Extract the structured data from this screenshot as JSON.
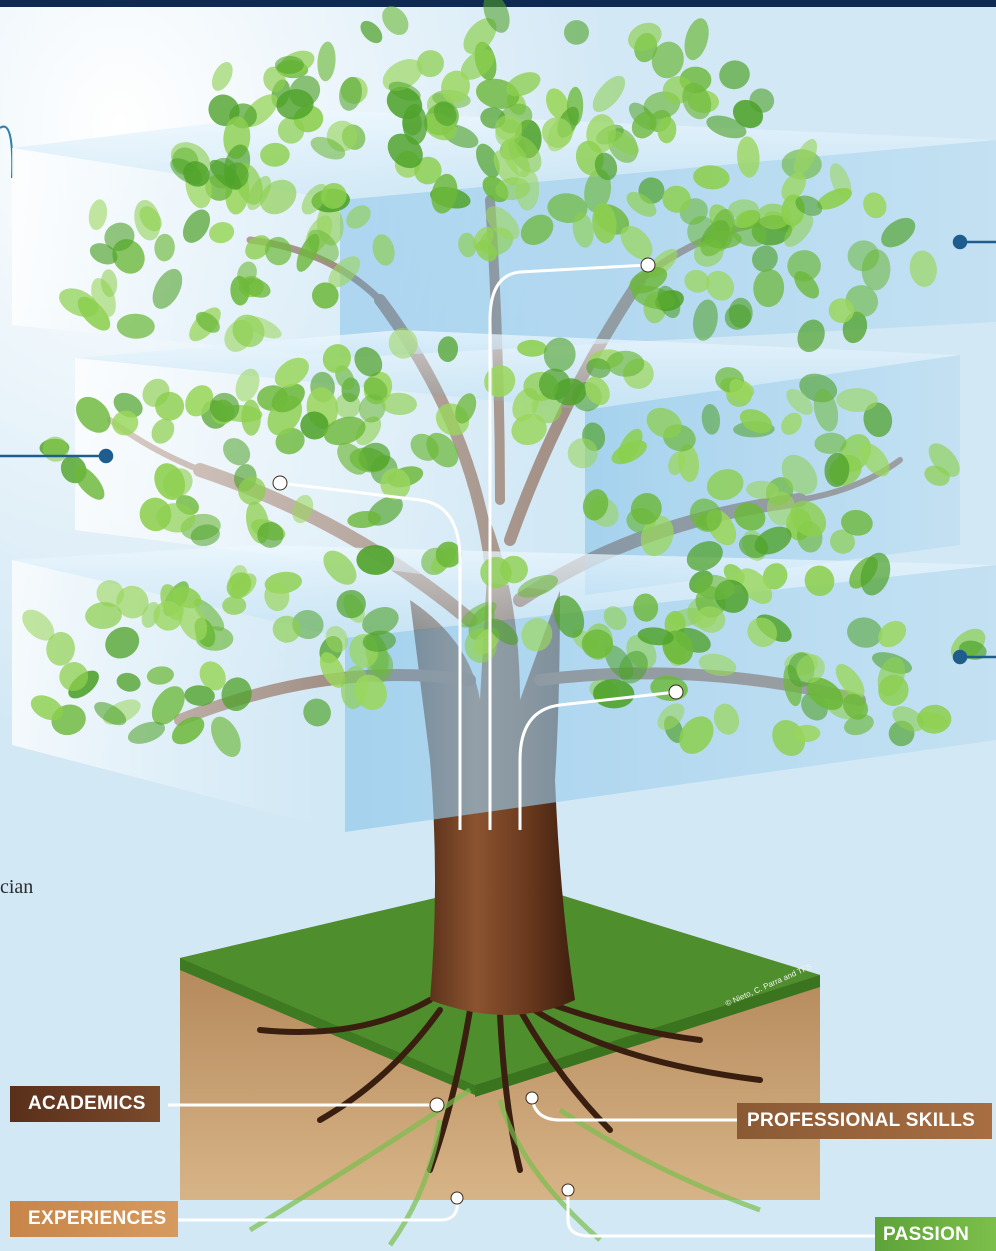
{
  "diagram": {
    "labels": {
      "academics": "ACADEMICS",
      "professional_skills": "PROFESSIONAL SKILLS",
      "experiences": "EXPERIENCES",
      "passion": "PASSION"
    },
    "caption_fragment": "cian",
    "watermark": "© Nieto, C. Parra and TFS"
  },
  "colors": {
    "top_bar": "#0f2a52",
    "sky": "#d6ebf6",
    "leaf_light": "#8ccf4e",
    "leaf_dark": "#4fa22a",
    "trunk": "#7a4426",
    "soil": "#c49a66",
    "grass": "#4f8f2b",
    "academics": "#5a2f1a",
    "professional_skills": "#8a5a35",
    "experiences": "#c78549",
    "passion": "#5ea33a",
    "connector": "#1f5d8f"
  }
}
